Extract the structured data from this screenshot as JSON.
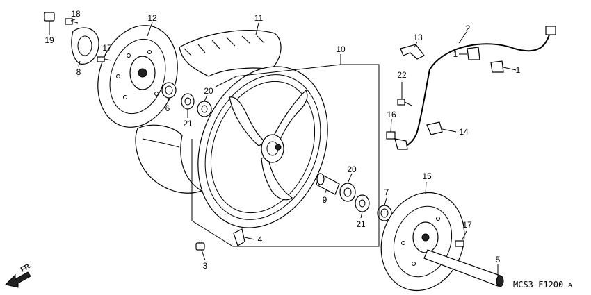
{
  "diagram_code": "MCS3-F1200",
  "diagram_code_suffix": "A",
  "direction_label": "FR.",
  "callouts": [
    {
      "id": "c18",
      "text": "18"
    },
    {
      "id": "c19",
      "text": "19"
    },
    {
      "id": "c12",
      "text": "12"
    },
    {
      "id": "c11",
      "text": "11"
    },
    {
      "id": "c17a",
      "text": "17"
    },
    {
      "id": "c8",
      "text": "8"
    },
    {
      "id": "c10",
      "text": "10"
    },
    {
      "id": "c6",
      "text": "6"
    },
    {
      "id": "c20a",
      "text": "20"
    },
    {
      "id": "c21a",
      "text": "21"
    },
    {
      "id": "c13",
      "text": "13"
    },
    {
      "id": "c2",
      "text": "2"
    },
    {
      "id": "c1a",
      "text": "1"
    },
    {
      "id": "c1b",
      "text": "1"
    },
    {
      "id": "c22",
      "text": "22"
    },
    {
      "id": "c16",
      "text": "16"
    },
    {
      "id": "c14",
      "text": "14"
    },
    {
      "id": "c20b",
      "text": "20"
    },
    {
      "id": "c9",
      "text": "9"
    },
    {
      "id": "c21b",
      "text": "21"
    },
    {
      "id": "c7",
      "text": "7"
    },
    {
      "id": "c15",
      "text": "15"
    },
    {
      "id": "c17b",
      "text": "17"
    },
    {
      "id": "c4",
      "text": "4"
    },
    {
      "id": "c3",
      "text": "3"
    },
    {
      "id": "c5",
      "text": "5"
    }
  ]
}
